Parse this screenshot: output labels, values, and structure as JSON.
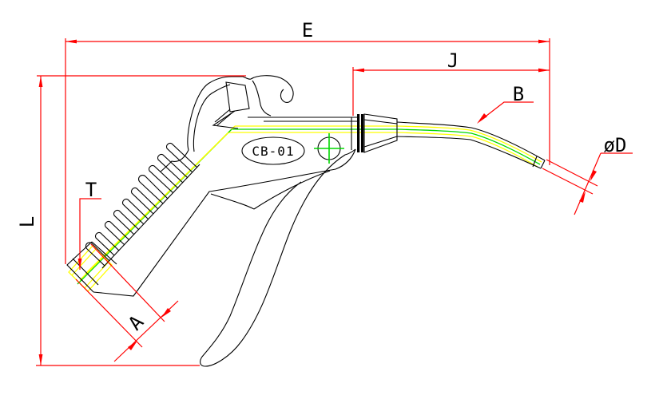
{
  "drawing": {
    "part_label": "CB-01",
    "labels": {
      "overall_length": "E",
      "nozzle_length": "J",
      "nozzle_tube": "B",
      "nozzle_diameter": "øD",
      "overall_height": "L",
      "inlet_tip_diameter": "T",
      "inlet_tip_length": "A"
    },
    "colors": {
      "dimension_red": "#ff0000",
      "outline_black": "#000000",
      "passage_yellow": "#ffff00",
      "passage_green": "#00d800",
      "background": "#ffffff"
    }
  }
}
